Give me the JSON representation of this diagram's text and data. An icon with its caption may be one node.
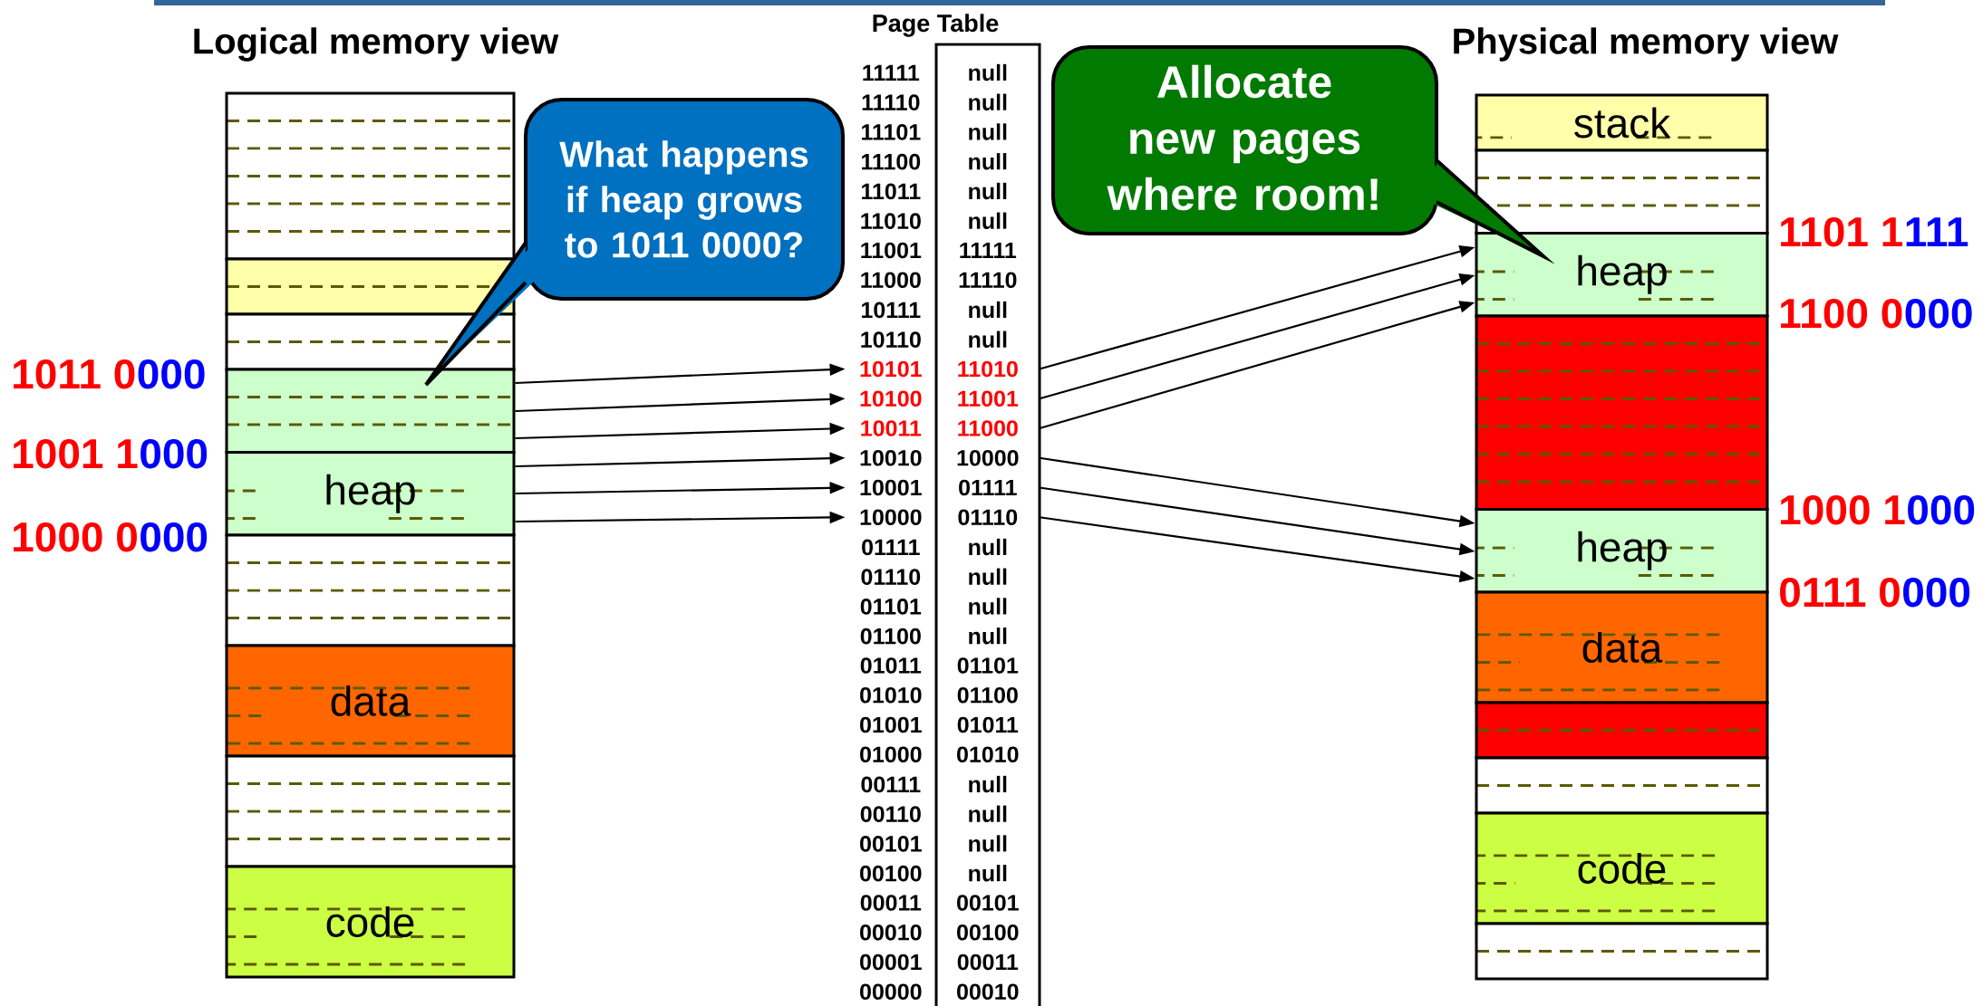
{
  "diagram": {
    "nodes": [
      {
        "text": [],
        "shape": "box"
      },
      {
        "text": [],
        "shape": "box"
      },
      {
        "text": [],
        "shape": "box"
      },
      {
        "text": [],
        "shape": "box"
      },
      {
        "text": [
          "heap"
        ]
      },
      {
        "text": [],
        "shape": "box"
      },
      {
        "text": [
          "data"
        ]
      },
      {
        "text": [],
        "shape": "box"
      },
      {
        "text": [
          "code"
        ]
      },
      {
        "text": [
          "What happens if heap grows to 1011 0000?"
        ]
      },
      {
        "text": [
          "11111",
          "null"
        ]
      },
      {
        "text": [
          "11110",
          "null"
        ]
      },
      {
        "text": [
          "11101",
          "null"
        ]
      },
      {
        "text": [
          "11100",
          "null"
        ]
      },
      {
        "text": [
          "11011",
          "null"
        ]
      },
      {
        "text": [
          "11010",
          "null"
        ]
      },
      {
        "text": [
          "11001",
          "11111"
        ]
      },
      {
        "text": [
          "11000",
          "11110"
        ]
      },
      {
        "text": [
          "10111",
          "null"
        ]
      },
      {
        "text": [
          "10110",
          "null"
        ]
      },
      {
        "text": [
          "10101",
          "11010"
        ]
      },
      {
        "text": [
          "10100",
          "11001"
        ]
      },
      {
        "text": [
          "10011",
          "11000"
        ]
      },
      {
        "text": [
          "10010",
          "10000"
        ]
      },
      {
        "text": [
          "10001",
          "01111"
        ]
      },
      {
        "text": [
          "10000",
          "01110"
        ]
      },
      {
        "text": [
          "01111",
          "null"
        ]
      },
      {
        "text": [
          "01110",
          "null"
        ]
      },
      {
        "text": [
          "01101",
          "null"
        ]
      },
      {
        "text": [
          "01100",
          "null"
        ]
      },
      {
        "text": [
          "01011",
          "01101"
        ]
      },
      {
        "text": [
          "01010",
          "01100"
        ]
      },
      {
        "text": [
          "01001",
          "01011"
        ]
      },
      {
        "text": [
          "01000",
          "01010"
        ]
      },
      {
        "text": [
          "00111",
          "null"
        ]
      },
      {
        "text": [
          "00110",
          "null"
        ]
      },
      {
        "text": [
          "00101",
          "null"
        ]
      },
      {
        "text": [
          "00100",
          "null"
        ]
      },
      {
        "text": [
          "00011",
          "00101"
        ]
      },
      {
        "text": [
          "00010",
          "00100"
        ]
      },
      {
        "text": [
          "00001",
          "00011"
        ]
      },
      {
        "text": [
          "00000",
          "00010"
        ]
      },
      {
        "text": [
          "Allocate new pages where room!"
        ]
      },
      {
        "text": [
          "stack"
        ]
      },
      {
        "text": [],
        "shape": "box"
      },
      {
        "text": [
          "heap"
        ]
      },
      {
        "text": [],
        "shape": "box"
      },
      {
        "text": [
          "heap"
        ]
      },
      {
        "text": [
          "data"
        ]
      },
      {
        "text": [],
        "shape": "box"
      },
      {
        "text": [],
        "shape": "box"
      },
      {
        "text": [
          "code"
        ]
      },
      {
        "text": [],
        "shape": "box"
      }
    ],
    "edges": [
      {
        "from": 3,
        "to": 20,
        "arrow": "to"
      },
      {
        "from": 3,
        "to": 21,
        "arrow": "to"
      },
      {
        "from": 3,
        "to": 22,
        "arrow": "to"
      },
      {
        "from": 4,
        "to": 23,
        "arrow": "to"
      },
      {
        "from": 4,
        "to": 24,
        "arrow": "to"
      },
      {
        "from": 4,
        "to": 25,
        "arrow": "to"
      },
      {
        "from": 20,
        "to": 45,
        "arrow": "to"
      },
      {
        "from": 21,
        "to": 45,
        "arrow": "to"
      },
      {
        "from": 22,
        "to": 45,
        "arrow": "to"
      },
      {
        "from": 23,
        "to": 47,
        "arrow": "to"
      },
      {
        "from": 24,
        "to": 47,
        "arrow": "to"
      },
      {
        "from": 25,
        "to": 47,
        "arrow": "to"
      }
    ],
    "labels": [
      "Logical memory view",
      "Page Table",
      "Physical memory view",
      "1101 1",
      "111",
      "1100 0",
      "000",
      "1011 0",
      "000",
      "1001 1",
      "000",
      "1000 1",
      "000",
      "1000 0",
      "000",
      "0111 0",
      "000"
    ]
  }
}
